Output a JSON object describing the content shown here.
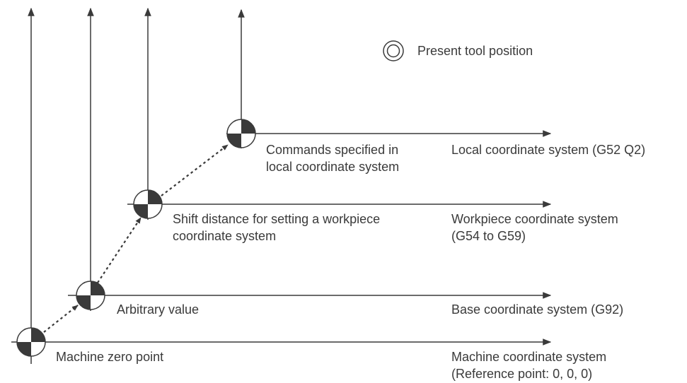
{
  "legend": {
    "present_tool_position": "Present tool position"
  },
  "points": {
    "machine_zero": "Machine zero point",
    "arbitrary": "Arbitrary value",
    "shift_line1": "Shift distance for setting a workpiece",
    "shift_line2": "coordinate system",
    "commands_line1": "Commands specified in",
    "commands_line2": "local coordinate system"
  },
  "systems": {
    "local": "Local coordinate system (G52 Q2)",
    "workpiece_line1": "Workpiece coordinate system",
    "workpiece_line2": "(G54 to G59)",
    "base": "Base coordinate system (G92)",
    "machine_line1": "Machine coordinate system",
    "machine_line2": "(Reference point: 0, 0, 0)"
  },
  "colors": {
    "ink": "#3a3a3a",
    "paper": "#ffffff"
  }
}
